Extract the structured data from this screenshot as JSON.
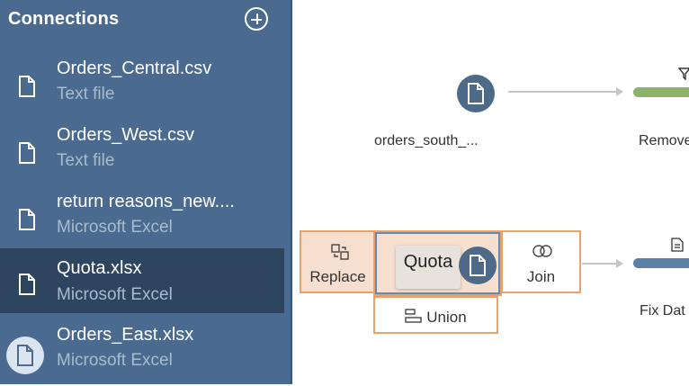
{
  "sidebar": {
    "title": "Connections",
    "connections": [
      {
        "name": "Orders_Central.csv",
        "type": "Text file"
      },
      {
        "name": "Orders_West.csv",
        "type": "Text file"
      },
      {
        "name": "return reasons_new....",
        "type": "Microsoft Excel"
      },
      {
        "name": "Quota.xlsx",
        "type": "Microsoft Excel",
        "selected": true
      },
      {
        "name": "Orders_East.xlsx",
        "type": "Microsoft Excel"
      }
    ]
  },
  "canvas": {
    "source_node": {
      "label": "orders_south_...",
      "icon": "file-icon"
    },
    "clean_step_top": {
      "label": "Remove",
      "icon": "filter-icon",
      "color": "#8db36a"
    },
    "clean_step_bottom": {
      "label": "Fix Dat",
      "icon": "clean-step-icon",
      "color": "#5a80a6"
    },
    "drop_targets": {
      "replace": {
        "label": "Replace",
        "icon": "replace-icon"
      },
      "dragged": {
        "label": "Quota",
        "icon": "file-icon"
      },
      "join": {
        "label": "Join",
        "icon": "join-icon"
      },
      "union": {
        "label": "Union",
        "icon": "union-icon"
      }
    }
  },
  "colors": {
    "sidebar_bg": "#4a6b8f",
    "sidebar_selected": "#2e4560",
    "drop_zone_border": "#e9a26a",
    "drop_zone_highlight": "#f7dfd0",
    "node_bg": "#4d6a88"
  }
}
